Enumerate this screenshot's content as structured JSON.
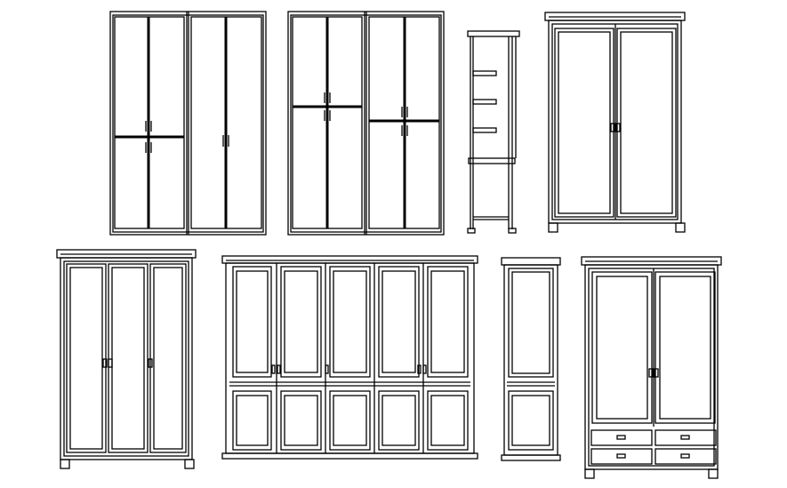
{
  "drawing": {
    "stroke_color": "#000000",
    "background_color": "#ffffff",
    "items": [
      {
        "id": "wardrobe-1",
        "type": "two-section four-door wardrobe with split doors"
      },
      {
        "id": "wardrobe-2",
        "type": "two-section wardrobe with upper and lower doors"
      },
      {
        "id": "shelf-unit",
        "type": "side view of open shelf unit with three shelves"
      },
      {
        "id": "wardrobe-3",
        "type": "two-door wardrobe with crown top and feet"
      },
      {
        "id": "wardrobe-4",
        "type": "three-door wardrobe with crown top and feet"
      },
      {
        "id": "wardrobe-5",
        "type": "five-door wardrobe with raised panels"
      },
      {
        "id": "wardrobe-6",
        "type": "single-door tall cabinet with raised panels"
      },
      {
        "id": "wardrobe-7",
        "type": "two-door wardrobe with four drawers"
      }
    ]
  }
}
